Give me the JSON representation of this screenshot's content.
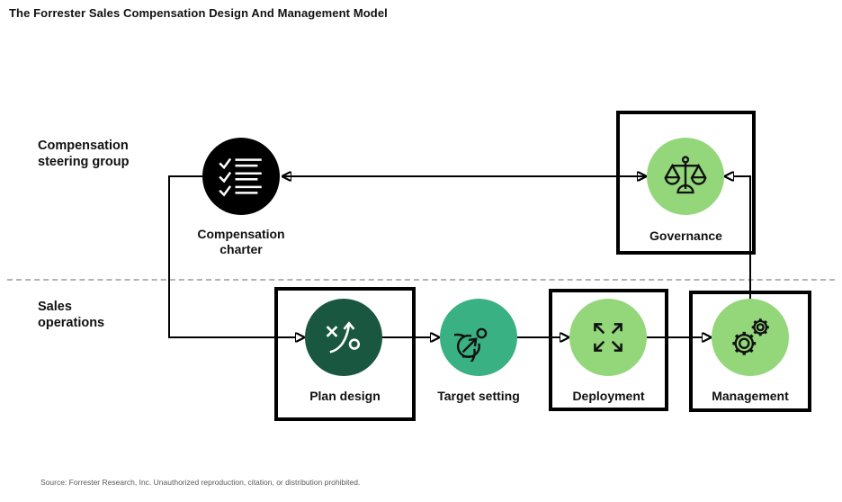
{
  "title": "The Forrester Sales Compensation Design And Management Model",
  "lanes": {
    "steering": {
      "label": "Compensation steering group"
    },
    "sales_ops": {
      "label": "Sales operations"
    }
  },
  "nodes": {
    "charter": {
      "label": "Compensation charter",
      "icon": "checklist-icon"
    },
    "governance": {
      "label": "Governance",
      "icon": "scales-icon",
      "boxed": true
    },
    "plan_design": {
      "label": "Plan design",
      "icon": "strategy-icon",
      "boxed": true
    },
    "target_setting": {
      "label": "Target setting",
      "icon": "target-icon",
      "boxed": false
    },
    "deployment": {
      "label": "Deployment",
      "icon": "expand-arrows-icon",
      "boxed": true
    },
    "management": {
      "label": "Management",
      "icon": "gears-icon",
      "boxed": true
    }
  },
  "connectors": [
    "governance-to-charter",
    "charter-to-governance",
    "charter-to-plan-design",
    "plan-design-to-target-setting",
    "target-setting-to-deployment",
    "deployment-to-management",
    "management-to-governance"
  ],
  "colors": {
    "charter": "#000000",
    "plan-dark": "#1A5741",
    "target-medium": "#3AB183",
    "light": "#94D77B",
    "line": "#000000",
    "divider": "#B3B3B3",
    "source": "#595959"
  },
  "source": "Source: Forrester Research, Inc. Unauthorized reproduction, citation, or distribution prohibited."
}
